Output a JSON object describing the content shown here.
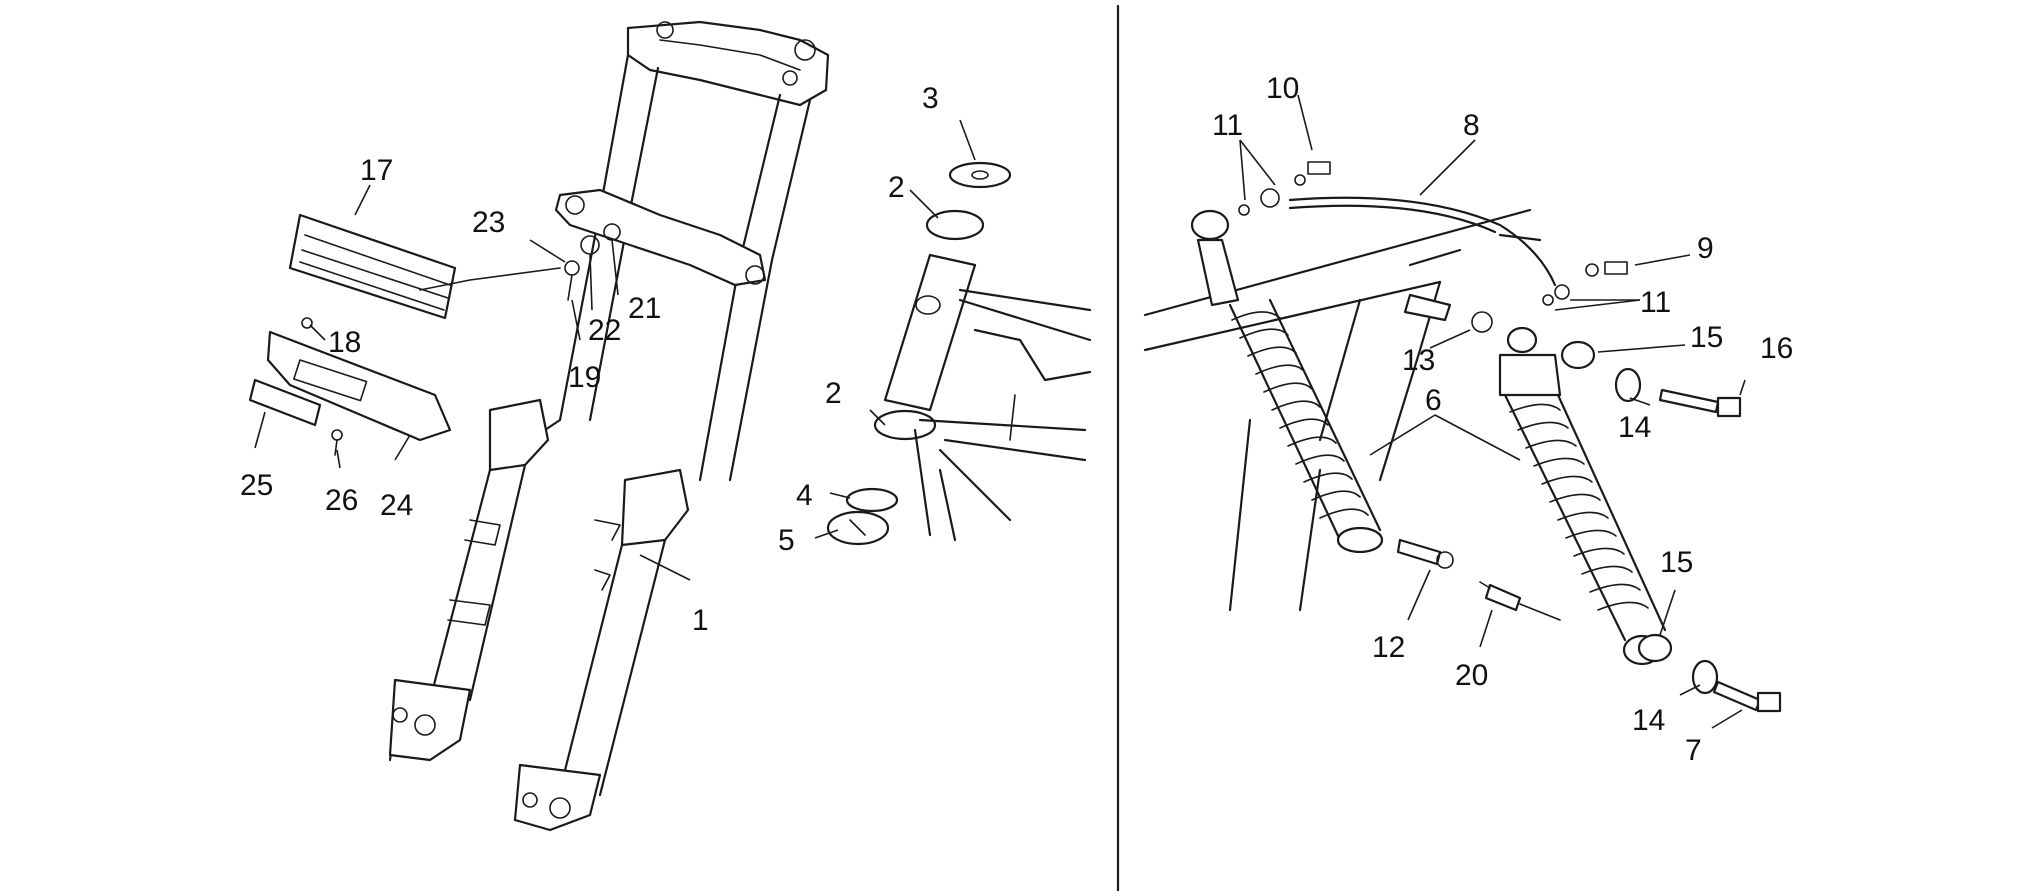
{
  "labels": {
    "p1": "1",
    "p2a": "2",
    "p2b": "2",
    "p3": "3",
    "p4": "4",
    "p5": "5",
    "p17": "17",
    "p18": "18",
    "p19": "19",
    "p21": "21",
    "p22": "22",
    "p23": "23",
    "p24": "24",
    "p25": "25",
    "p26": "26",
    "p6": "6",
    "p7": "7",
    "p8": "8",
    "p9": "9",
    "p10": "10",
    "p11a": "11",
    "p11b": "11",
    "p12": "12",
    "p13": "13",
    "p14a": "14",
    "p14b": "14",
    "p15a": "15",
    "p15b": "15",
    "p16": "16",
    "p20": "20"
  }
}
